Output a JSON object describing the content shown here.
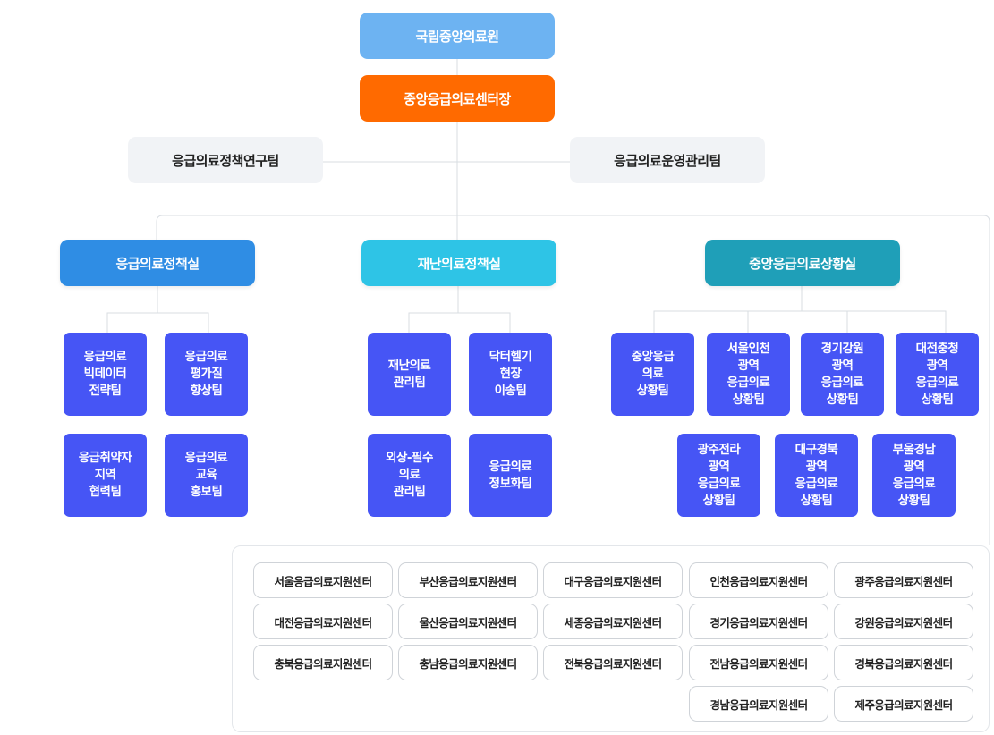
{
  "top": {
    "parent": "국립중앙의료원",
    "head": "중앙응급의료센터장"
  },
  "side_teams": {
    "left": "응급의료정책연구팀",
    "right": "응급의료운영관리팀"
  },
  "divisions": [
    {
      "name": "응급의료정책실",
      "teams": [
        "응급의료\n빅데이터\n전략팀",
        "응급의료\n평가질\n향상팀",
        "응급취약자\n지역\n협력팀",
        "응급의료\n교육\n홍보팀"
      ]
    },
    {
      "name": "재난의료정책실",
      "teams": [
        "재난의료\n관리팀",
        "닥터헬기\n현장\n이송팀",
        "외상-필수\n의료\n관리팀",
        "응급의료\n정보화팀"
      ]
    },
    {
      "name": "중앙응급의료상황실",
      "teams": [
        "중앙응급\n의료\n상황팀",
        "서울인천\n광역\n응급의료\n상황팀",
        "경기강원\n광역\n응급의료\n상황팀",
        "대전충청\n광역\n응급의료\n상황팀",
        "광주전라\n광역\n응급의료\n상황팀",
        "대구경북\n광역\n응급의료\n상황팀",
        "부울경남\n광역\n응급의료\n상황팀"
      ]
    }
  ],
  "support_centers": [
    "서울응급의료지원센터",
    "부산응급의료지원센터",
    "대구응급의료지원센터",
    "인천응급의료지원센터",
    "광주응급의료지원센터",
    "대전응급의료지원센터",
    "울산응급의료지원센터",
    "세종응급의료지원센터",
    "경기응급의료지원센터",
    "강원응급의료지원센터",
    "충북응급의료지원센터",
    "충남응급의료지원센터",
    "전북응급의료지원센터",
    "전남응급의료지원센터",
    "경북응급의료지원센터",
    "경남응급의료지원센터",
    "제주응급의료지원센터"
  ],
  "colors": {
    "parent": "#6db3f2",
    "head": "#ff6a00",
    "division_1": "#2f8de4",
    "division_2": "#2ec4e6",
    "division_3": "#1f9fb8",
    "team": "#4655f5",
    "line": "#d9dde2"
  }
}
